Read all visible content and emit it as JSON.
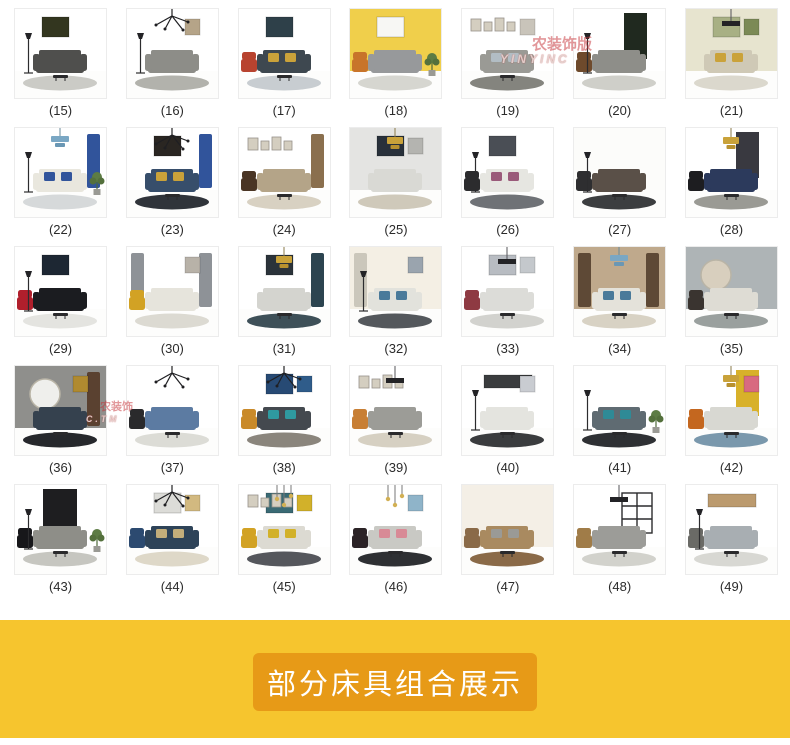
{
  "grid": {
    "items": [
      {
        "label": "(15)",
        "scene": {
          "sofa": "#4f4f4d",
          "rug": "#cbcbc6",
          "art": "#33361f",
          "lamp": 1,
          "table": 1
        }
      },
      {
        "label": "(16)",
        "scene": {
          "sofa": "#8d8d88",
          "rug": "#b2b2ac",
          "pendant": "spider",
          "lamp": 1,
          "art2": "#b5a488"
        }
      },
      {
        "label": "(17)",
        "scene": {
          "art": "#2e4049",
          "sofa": "#3e4850",
          "rug": "#c8cdd1",
          "accent": "#b8432f",
          "cushion": "#caa23a",
          "table": 1
        }
      },
      {
        "label": "(18)",
        "scene": {
          "wall": "#f0cf4b",
          "art": "#f7f7f4",
          "sofa": "#97999b",
          "rug": "#d6d6d0",
          "plant": 1,
          "accent": "#c8742a"
        }
      },
      {
        "label": "(19)",
        "scene": {
          "frames": 1,
          "sofa": "#9a9a95",
          "rug": "#84847e",
          "cushion": "#b2bdc4",
          "table": 1,
          "art2": "#c9c4ba"
        }
      },
      {
        "label": "(20)",
        "scene": {
          "tall": "#20291f",
          "sofa": "#8e8e89",
          "accent": "#6e4a2c",
          "lamp": 1,
          "rug": "#cfcfc9"
        }
      },
      {
        "label": "(21)",
        "scene": {
          "wall": "#e7e4cf",
          "pendant": "bar",
          "art": "#a8b084",
          "art2": "#7c8a56",
          "sofa": "#cfc9b6",
          "rug": "#dbd8cd",
          "cushion": "#caa23a"
        }
      },
      {
        "label": "(22)",
        "scene": {
          "curtain": "#31549b",
          "curtainSide": "r",
          "pendant": "blue",
          "sofa": "#e9e7de",
          "cushion": "#31549b",
          "plant": 1,
          "rug": "#d6d9da",
          "lamp": 1
        }
      },
      {
        "label": "(23)",
        "scene": {
          "pendant": "spider",
          "art": "#2a2622",
          "curtain": "#31549b",
          "curtainSide": "r",
          "sofa": "#374e6b",
          "cushion": "#caa23a",
          "rug": "#30343a",
          "table": 1
        }
      },
      {
        "label": "(24)",
        "scene": {
          "curtain": "#8a6f4e",
          "curtainSide": "r",
          "frames": 1,
          "sofa": "#b4a488",
          "rug": "#d8d1c2",
          "accent": "#4a3524",
          "table": 1
        }
      },
      {
        "label": "(25)",
        "scene": {
          "wall": "#e4e4e2",
          "art": "#28303a",
          "pendant": "gold",
          "sofa": "#d9d9d4",
          "rug": "#cfc9ba",
          "art2": "#b4b4b0"
        }
      },
      {
        "label": "(26)",
        "scene": {
          "art": "#4a4e55",
          "sofa": "#e6e6e1",
          "cushion": "#9a5a7a",
          "accent": "#2c2c2e",
          "rug": "#6f7276",
          "lamp": 1
        }
      },
      {
        "label": "(27)",
        "scene": {
          "wall": "#fcfcfa",
          "sofa": "#5a5048",
          "rug": "#3c3e40",
          "lamp": 1,
          "table": 1,
          "accent": "#2e2e30"
        }
      },
      {
        "label": "(28)",
        "scene": {
          "pendant": "gold",
          "tall": "#393940",
          "sofa": "#2c3a5c",
          "accent": "#1d1d20",
          "rug": "#9a9a94",
          "table": 1
        }
      },
      {
        "label": "(29)",
        "scene": {
          "art": "#1d2733",
          "accent": "#b01f2c",
          "sofa": "#1b1c20",
          "rug": "#e4e4e0",
          "lamp": 1,
          "table": 1
        }
      },
      {
        "label": "(30)",
        "scene": {
          "curtain": "#8e9297",
          "curtainSide": "lr",
          "accent": "#d2a224",
          "sofa": "#e6e4dc",
          "rug": "#dcdad2",
          "art2": "#b8b2a8"
        }
      },
      {
        "label": "(31)",
        "scene": {
          "curtain": "#2c4450",
          "curtainSide": "r",
          "art": "#2b333a",
          "sofa": "#d4d4cf",
          "rug": "#3e5058",
          "pendant": "gold",
          "table": 1
        }
      },
      {
        "label": "(32)",
        "scene": {
          "wall": "#f4efe4",
          "curtain": "#cbc7bb",
          "curtainSide": "l",
          "sofa": "#e2e2dc",
          "cushion": "#4a7a9a",
          "rug": "#54585c",
          "lamp": 1,
          "art2": "#9aa4ae"
        }
      },
      {
        "label": "(33)",
        "scene": {
          "pendant": "bar",
          "art": "#b8bcc2",
          "art2": "#c4c8cc",
          "sofa": "#dcdcd8",
          "rug": "#d2d2ce",
          "accent": "#8e3a42",
          "table": 1
        }
      },
      {
        "label": "(34)",
        "scene": {
          "wall": "#bfa98c",
          "curtain": "#5e4936",
          "curtainSide": "lr",
          "pendant": "blue",
          "sofa": "#e4e2da",
          "cushion": "#4a7a9a",
          "rug": "#d8d2c4",
          "table": 1
        }
      },
      {
        "label": "(35)",
        "scene": {
          "wall": "#aeb4b6",
          "mirror": "#d8cfbe",
          "sofa": "#dedcd4",
          "rug": "#9aa09e",
          "table": 1,
          "accent": "#3a3430"
        }
      },
      {
        "label": "(36)",
        "scene": {
          "wall": "#8f8f8c",
          "curtain": "#5a4130",
          "curtainSide": "r",
          "mirror": "#efefec",
          "sofa": "#35414e",
          "rug": "#26282c",
          "art2": "#b08a30",
          "table": 1
        }
      },
      {
        "label": "(37)",
        "scene": {
          "pendant": "spider",
          "sofa": "#5c7ba2",
          "rug": "#dcdcd6",
          "table": 1,
          "accent": "#2a2a2c"
        }
      },
      {
        "label": "(38)",
        "scene": {
          "art": "#274a74",
          "art2": "#2f5c8a",
          "sofa": "#44494f",
          "cushion": "#2f9aa0",
          "accent": "#c98a2a",
          "rug": "#8a857c",
          "pendant": "spider"
        }
      },
      {
        "label": "(39)",
        "scene": {
          "frames": 1,
          "sofa": "#9c9c97",
          "accent": "#c87f35",
          "rug": "#d6d0c2",
          "pendant": "bar",
          "table": 1
        }
      },
      {
        "label": "(40)",
        "scene": {
          "art": "#3a3c3e",
          "wide": 1,
          "sofa": "#e4e4df",
          "rug": "#3a3c3e",
          "lamp": 1,
          "table": 1,
          "art2": "#c9ccd1"
        }
      },
      {
        "label": "(41)",
        "scene": {
          "sofa": "#5f6b72",
          "cushion": "#2f8a96",
          "rug": "#2e3033",
          "lamp": 1,
          "plant": 1,
          "table": 1
        }
      },
      {
        "label": "(42)",
        "scene": {
          "accent": "#c4671f",
          "tall": "#d8b12a",
          "art2": "#d86a80",
          "pendant": "gold",
          "sofa": "#d8d8d2",
          "rug": "#7a98ac",
          "table": 1
        }
      },
      {
        "label": "(43)",
        "scene": {
          "tall": "#1e1e20",
          "tallX": 28,
          "tallW": 34,
          "sofa": "#8e8e88",
          "accent": "#17171a",
          "plant": 1,
          "rug": "#c6c6c0",
          "lamp": 1,
          "table": 1
        }
      },
      {
        "label": "(44)",
        "scene": {
          "pendant": "spider",
          "art": "#dcdcd8",
          "sofa": "#2e4358",
          "art2": "#d2b980",
          "accent": "#2c4a70",
          "rug": "#ded8c8",
          "cushion": "#c4ae7a"
        }
      },
      {
        "label": "(45)",
        "scene": {
          "frames": 1,
          "art": "#3a6a74",
          "art2": "#d2b12a",
          "sofa": "#dcdad2",
          "cushion": "#d2b12a",
          "accent": "#d2a224",
          "rug": "#55575c",
          "pendant": "bulbs"
        }
      },
      {
        "label": "(46)",
        "scene": {
          "pendant": "bulbs",
          "accent": "#2b2326",
          "sofa": "#c9c9c4",
          "cushion": "#d88a96",
          "rug": "#2e3033",
          "art2": "#8fb4c9",
          "table": 1
        }
      },
      {
        "label": "(47)",
        "scene": {
          "wall": "#f4efe6",
          "sofa": "#a98a60",
          "cushion": "#9a9a96",
          "rug": "#8a6a48",
          "table": 1,
          "accent": "#8a6a48"
        }
      },
      {
        "label": "(48)",
        "scene": {
          "shelf": 1,
          "sofa": "#9c9c98",
          "rug": "#d2d2cc",
          "table": 1,
          "accent": "#a07c48",
          "pendant": "bar"
        }
      },
      {
        "label": "(49)",
        "scene": {
          "art": "#bb9a6e",
          "wide": 1,
          "sofa": "#a8aeb2",
          "rug": "#d8d8d3",
          "lamp": 1,
          "table": 1,
          "accent": "#6a6a66"
        }
      }
    ]
  },
  "watermarks": {
    "wm1": {
      "line1": "农装饰版",
      "line2": "YINYINC"
    },
    "wm2": {
      "line1": "农装饰",
      "line2": "C.TM"
    }
  },
  "banner": {
    "label": "部分床具组合展示",
    "background": "#f6c52e",
    "button_background": "#e79a17",
    "text_color": "#ffffff"
  }
}
